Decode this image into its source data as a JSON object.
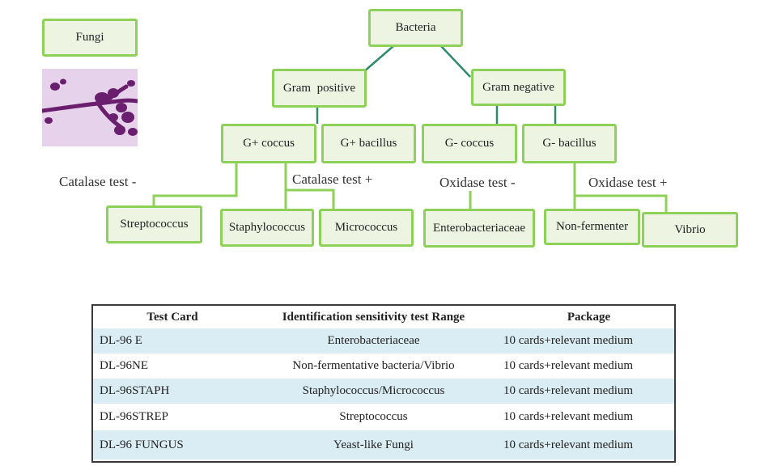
{
  "nodes": {
    "fungi": "Fungi",
    "bacteria": "Bacteria",
    "gram_pos": "Gram  positive",
    "gram_neg": "Gram negative",
    "gpc": "G+ coccus",
    "gpb": "G+ bacillus",
    "gnc": "G- coccus",
    "gnb": "G- bacillus",
    "strep": "Streptococcus",
    "staph": "Staphylococcus",
    "micro": "Micrococcus",
    "entero": "Enterobacteriaceae",
    "nonferm": "Non-fermenter",
    "vibrio": "Vibrio"
  },
  "test_labels": {
    "cat_neg": "Catalase test -",
    "cat_pos": "Catalase test +",
    "ox_neg": "Oxidase test -",
    "ox_pos": "Oxidase test +"
  },
  "colors": {
    "node_border": "#8ed158",
    "node_fill": "#edf5e2",
    "connector": "#2f8a6a",
    "row_alt": "#dbedf4"
  },
  "table": {
    "headers": [
      "Test Card",
      "Identification sensitivity test Range",
      "Package"
    ],
    "rows": [
      [
        "DL-96 E",
        "Enterobacteriaceae",
        "10 cards+relevant medium"
      ],
      [
        "DL-96NE",
        "Non-fermentative bacteria/Vibrio",
        "10 cards+relevant medium"
      ],
      [
        "DL-96STAPH",
        "Staphylococcus/Micrococcus",
        "10 cards+relevant medium"
      ],
      [
        "DL-96STREP",
        "Streptococcus",
        "10 cards+relevant medium"
      ],
      [
        "DL-96 FUNGUS",
        "Yeast-like Fungi",
        "10 cards+relevant medium"
      ]
    ]
  }
}
